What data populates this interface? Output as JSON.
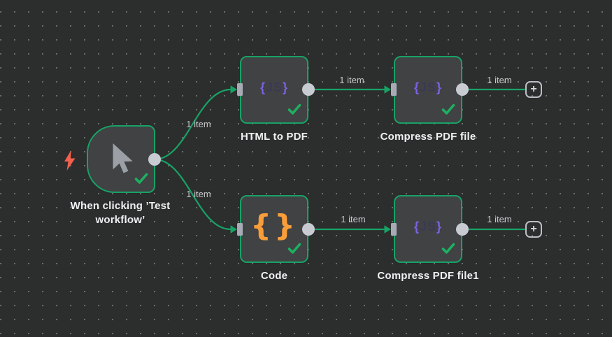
{
  "workflow": {
    "trigger": {
      "label_line1": "When clicking ’Test",
      "label_line2": "workflow’"
    },
    "nodes": {
      "html_to_pdf": {
        "label": "HTML to PDF"
      },
      "compress_pdf_file": {
        "label": "Compress PDF file"
      },
      "code": {
        "label": "Code"
      },
      "compress_pdf_file1": {
        "label": "Compress PDF file1"
      }
    },
    "connections": [
      {
        "label": "1 item"
      },
      {
        "label": "1 item"
      },
      {
        "label": "1 item"
      },
      {
        "label": "1 item"
      },
      {
        "label": "1 item"
      },
      {
        "label": "1 item"
      }
    ],
    "icons": {
      "js_open": "{",
      "js_text": "JS",
      "js_close": "}",
      "code_open": "{",
      "code_close": "}",
      "plus": "+"
    },
    "colors": {
      "canvas_bg": "#2c2d2d",
      "accent_green": "#18a266",
      "node_fill": "#404244",
      "js_purple": "#7e62e3",
      "code_orange": "#f79d3a",
      "bolt_red": "#f4604d",
      "handle_gray": "#c9cbd3"
    }
  }
}
